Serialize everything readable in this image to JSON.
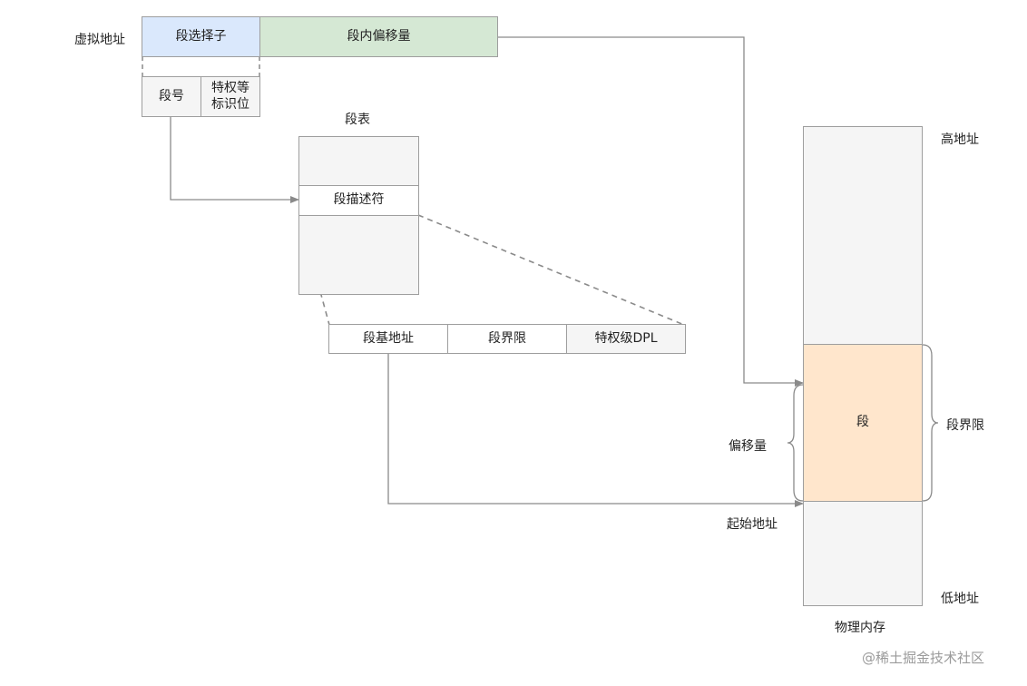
{
  "virtual_address": {
    "label": "虚拟地址",
    "selector": "段选择子",
    "offset": "段内偏移量",
    "selector_color": "#dae8fc",
    "offset_color": "#d5e8d4"
  },
  "selector_fields": {
    "segment_number": "段号",
    "privilege_line1": "特权等",
    "privilege_line2": "标识位"
  },
  "segment_table": {
    "title": "段表",
    "descriptor": "段描述符"
  },
  "descriptor_fields": {
    "base": "段基地址",
    "limit": "段界限",
    "dpl": "特权级DPL"
  },
  "physical_memory": {
    "high": "高地址",
    "low": "低地址",
    "segment": "段",
    "segment_color": "#ffe6cc",
    "limit_label": "段界限",
    "offset_label": "偏移量",
    "start_label": "起始地址",
    "caption": "物理内存"
  },
  "watermark": "@稀土掘金技术社区"
}
